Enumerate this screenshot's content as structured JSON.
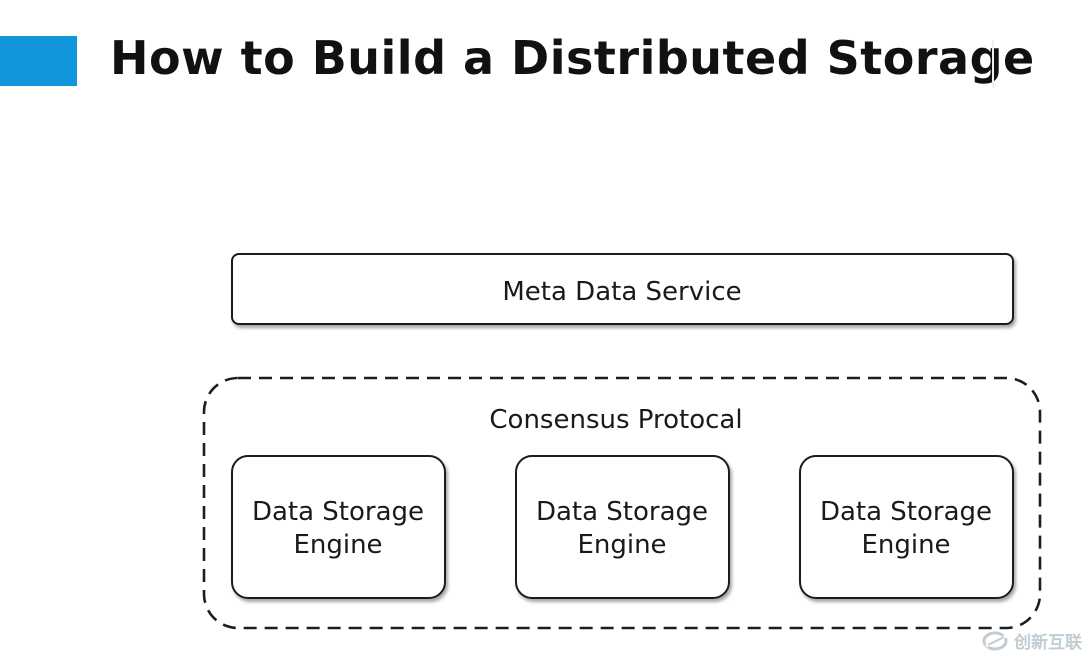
{
  "title": "How to Build a Distributed Storage",
  "accent_color": "#1296db",
  "meta_service": {
    "label": "Meta Data Service"
  },
  "consensus": {
    "label": "Consensus Protocal"
  },
  "engines": [
    {
      "line1": "Data Storage",
      "line2": "Engine"
    },
    {
      "line1": "Data Storage",
      "line2": "Engine"
    },
    {
      "line1": "Data Storage",
      "line2": "Engine"
    }
  ],
  "watermark": {
    "text": "创新互联",
    "icon": "brand-logo-icon"
  }
}
